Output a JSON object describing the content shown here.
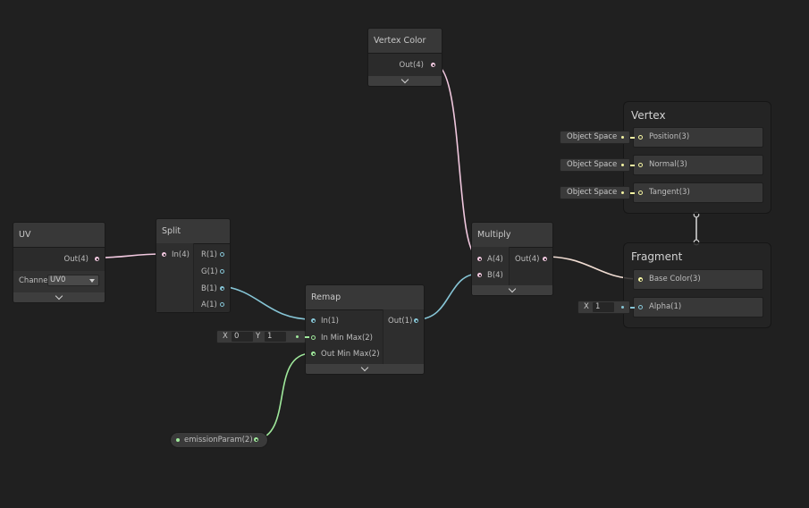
{
  "colors": {
    "vector4": "#f0c7de",
    "vector1": "#86c5d6",
    "vector2": "#9fe89b",
    "vector3": "#f4f4a2"
  },
  "nodes": {
    "vertex_color": {
      "title": "Vertex Color",
      "out": "Out(4)"
    },
    "uv": {
      "title": "UV",
      "out": "Out(4)",
      "channel_label": "Channe",
      "channel_value": "UV0"
    },
    "split": {
      "title": "Split",
      "in": "In(4)",
      "outs": [
        "R(1)",
        "G(1)",
        "B(1)",
        "A(1)"
      ]
    },
    "remap": {
      "title": "Remap",
      "in": "In(1)",
      "in_min_max": "In Min Max(2)",
      "out_min_max": "Out Min Max(2)",
      "out": "Out(1)",
      "x_label": "X",
      "x_value": "0",
      "y_label": "Y",
      "y_value": "1"
    },
    "multiply": {
      "title": "Multiply",
      "a": "A(4)",
      "b": "B(4)",
      "out": "Out(4)"
    },
    "property": {
      "label": "emissionParam(2)"
    }
  },
  "vertex_context": {
    "title": "Vertex",
    "blocks": [
      {
        "label": "Position(3)",
        "space": "Object Space"
      },
      {
        "label": "Normal(3)",
        "space": "Object Space"
      },
      {
        "label": "Tangent(3)",
        "space": "Object Space"
      }
    ]
  },
  "fragment_context": {
    "title": "Fragment",
    "base_color": "Base Color(3)",
    "alpha": "Alpha(1)",
    "alpha_x_label": "X",
    "alpha_x_value": "1"
  }
}
